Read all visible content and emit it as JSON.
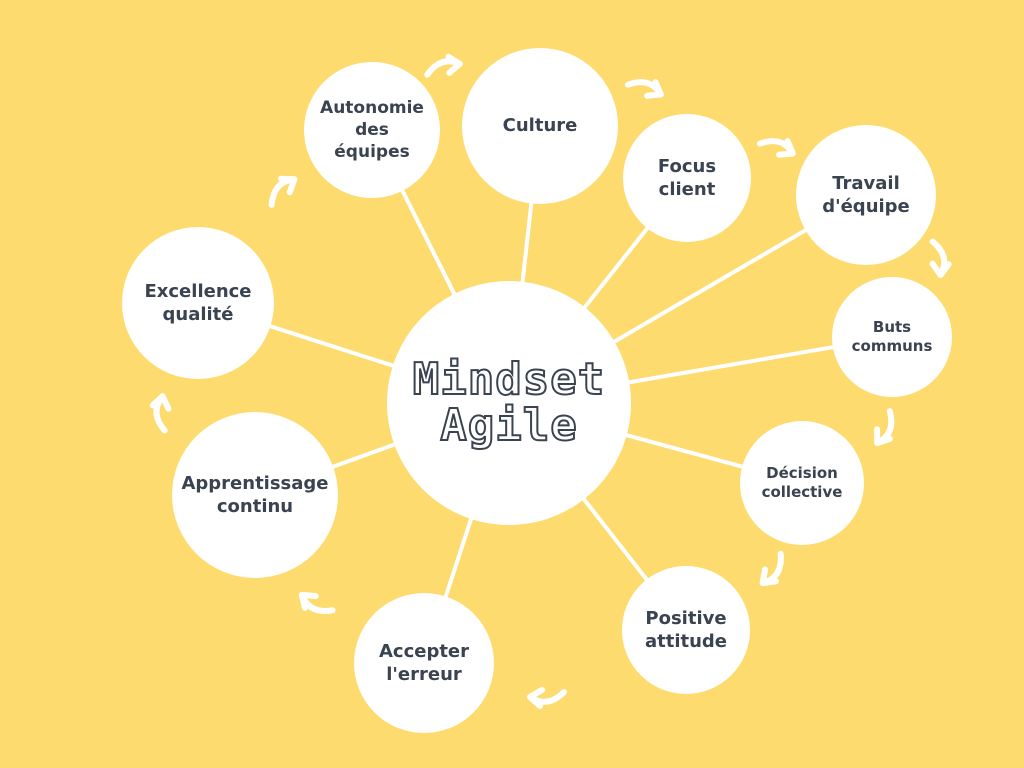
{
  "center": {
    "line1": "Mindset",
    "line2": "Agile"
  },
  "nodes": [
    {
      "id": "culture",
      "text": "Culture"
    },
    {
      "id": "focus-client",
      "text": "Focus\nclient"
    },
    {
      "id": "travail-equipe",
      "text": "Travail\nd'équipe"
    },
    {
      "id": "buts-communs",
      "text": "Buts\ncommuns"
    },
    {
      "id": "decision-collective",
      "text": "Décision\ncollective"
    },
    {
      "id": "positive-attitude",
      "text": "Positive\nattitude"
    },
    {
      "id": "accepter-erreur",
      "text": "Accepter\nl'erreur"
    },
    {
      "id": "apprentissage-continu",
      "text": "Apprentissage\ncontinu"
    },
    {
      "id": "excellence-qualite",
      "text": "Excellence\nqualité"
    },
    {
      "id": "autonomie-equipes",
      "text": "Autonomie\ndes\néquipes"
    }
  ],
  "colors": {
    "background": "#FEDB6E",
    "node_fill": "#FFFFFF",
    "connector": "#FFFFFF",
    "arrow": "#FFFFFF",
    "text": "#3A4350"
  }
}
